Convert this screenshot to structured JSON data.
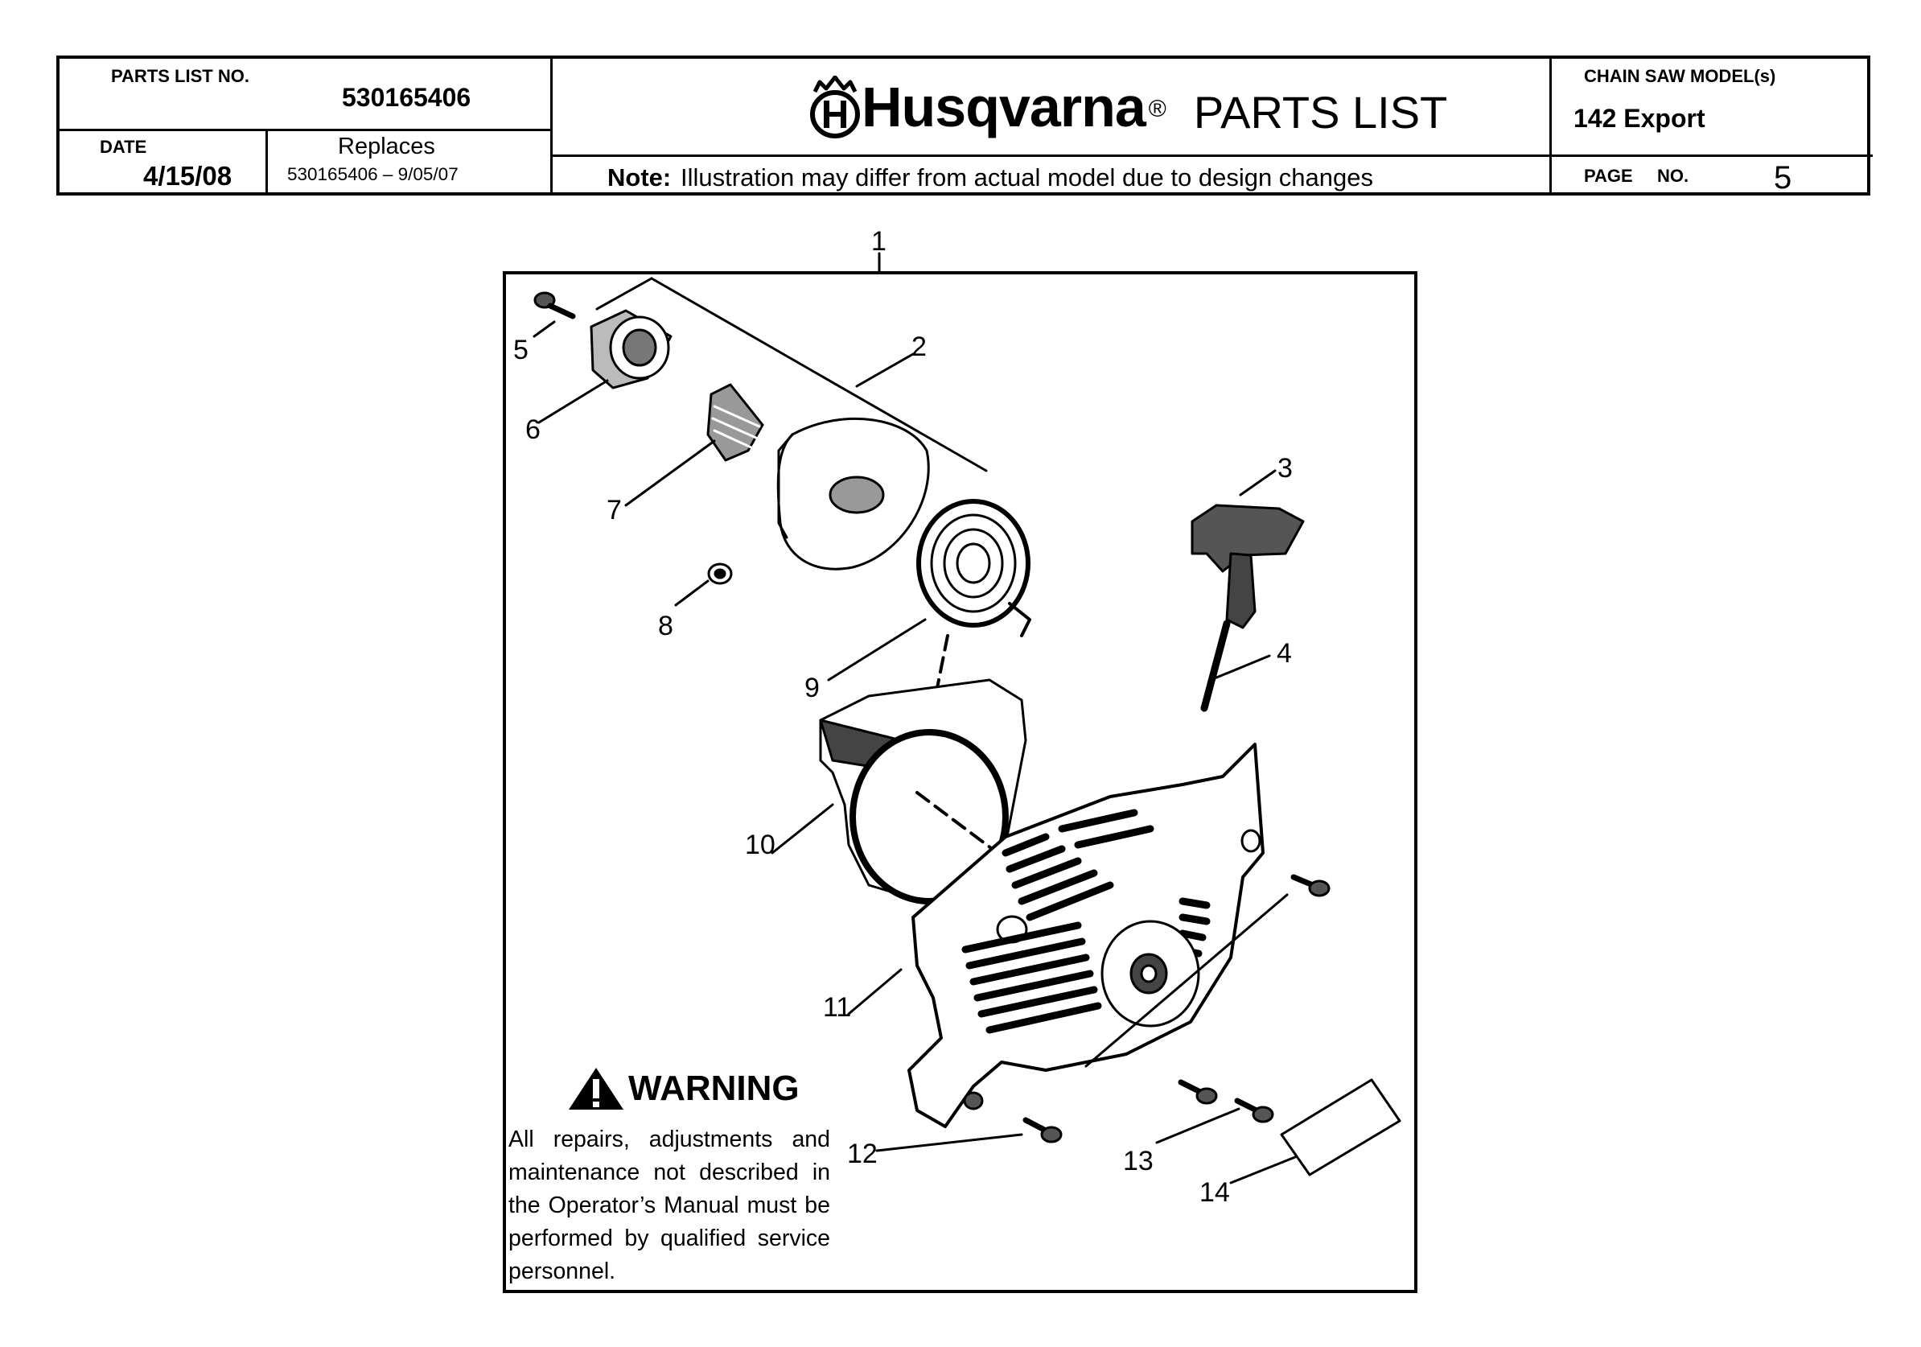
{
  "header": {
    "parts_list_no_label": "PARTS LIST NO.",
    "parts_list_no": "530165406",
    "date_label": "DATE",
    "date": "4/15/08",
    "replaces_label": "Replaces",
    "replaces": "530165406 – 9/05/07",
    "brand": "Husqvarna",
    "registered": "®",
    "title": "PARTS LIST",
    "note_label": "Note:",
    "note": "Illustration may differ from actual model due to design changes",
    "model_label": "CHAIN SAW MODEL(s)",
    "model": "142 Export",
    "page_label": "PAGE",
    "page_no_label": "NO.",
    "page_no": "5"
  },
  "callouts": [
    "1",
    "2",
    "3",
    "4",
    "5",
    "6",
    "7",
    "8",
    "9",
    "10",
    "11",
    "12",
    "13",
    "14"
  ],
  "warning": {
    "title": "WARNING",
    "text": "All repairs, adjustments and maintenance not described in the Operator’s Manual must be performed by qualified service personnel."
  },
  "icons": {
    "logo": "husqvarna-crown-h-logo",
    "warning": "warning-triangle-icon"
  }
}
